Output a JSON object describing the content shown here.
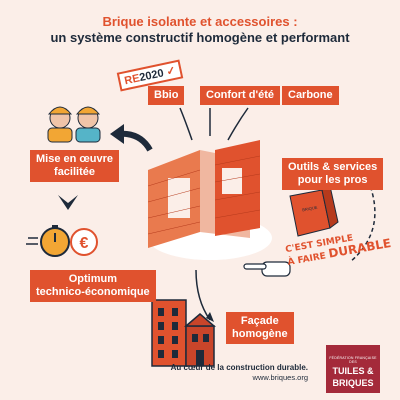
{
  "header": {
    "title": "Brique isolante et accessoires :",
    "subtitle": "un système constructif homogène et performant"
  },
  "badges": {
    "re2020_prefix": "RE",
    "re2020_number": "2020",
    "check_mark": "✓"
  },
  "labels": {
    "bbio": "Bbio",
    "confort": "Confort d'été",
    "carbone": "Carbone",
    "mise_line1": "Mise en œuvre",
    "mise_line2": "facilitée",
    "outils_line1": "Outils & services",
    "outils_line2": "pour les pros",
    "optimum_line1": "Optimum",
    "optimum_line2": "technico-économique",
    "facade_line1": "Façade",
    "facade_line2": "homogène"
  },
  "slogan": {
    "line1": "C'EST SIMPLE",
    "line2": "À FAIRE",
    "line3": "DURABLE"
  },
  "footer": {
    "tagline": "Au cœur de la construction durable.",
    "url": "www.briques.org"
  },
  "logo": {
    "small_text": "FÉDÉRATION FRANÇAISE DES",
    "line1": "TUILES &",
    "line2": "BRIQUES"
  },
  "colors": {
    "brand_orange": "#e0522e",
    "navy": "#1e2a3a",
    "background": "#fbeee8",
    "logo_red": "#a42a3a"
  },
  "icons": [
    "workers-icon",
    "curved-arrow-icon",
    "down-arrow-icon",
    "stopwatch-euro-icon",
    "brick-walls-icon",
    "pointing-hand-icon",
    "brick-sample-icon",
    "buildings-icon"
  ]
}
